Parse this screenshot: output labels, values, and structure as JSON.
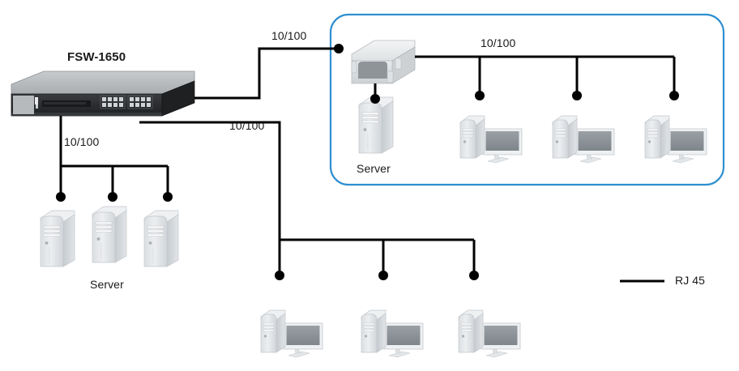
{
  "diagram": {
    "title_device": "FSW-1650",
    "link_speed": "10/100",
    "server_label": "Server",
    "legend_label": "RJ 45",
    "colors": {
      "line": "#000000",
      "box_border": "#2e8fd0",
      "switch_body": "#2f3033",
      "switch_top": "#b9bcbe",
      "device_light": "#e8eaec",
      "device_mid": "#c9ced2",
      "screen": "#8e9398",
      "text": "#1a1a1a",
      "background": "#ffffff"
    }
  },
  "labels": {
    "switch_name": "FSW-1650",
    "speed_top_left": "10/100",
    "speed_box_top": "10/100",
    "speed_left_branch": "10/100",
    "speed_mid_branch": "10/100",
    "server_left_group": "Server",
    "server_box_group": "Server",
    "legend": "RJ 45"
  },
  "nodes": {
    "core_switch": {
      "name": "FSW-1650",
      "type": "rack-switch",
      "port_count": 16
    },
    "edge_switch": {
      "type": "desktop-switch"
    },
    "left_servers": [
      {
        "label": "server"
      },
      {
        "label": "server"
      },
      {
        "label": "server"
      }
    ],
    "box_server": {
      "label": "Server"
    },
    "box_workstations": [
      {
        "label": "workstation"
      },
      {
        "label": "workstation"
      },
      {
        "label": "workstation"
      }
    ],
    "bottom_workstations": [
      {
        "label": "workstation"
      },
      {
        "label": "workstation"
      },
      {
        "label": "workstation"
      }
    ]
  },
  "legend_items": [
    {
      "symbol": "line",
      "label": "RJ 45"
    }
  ]
}
